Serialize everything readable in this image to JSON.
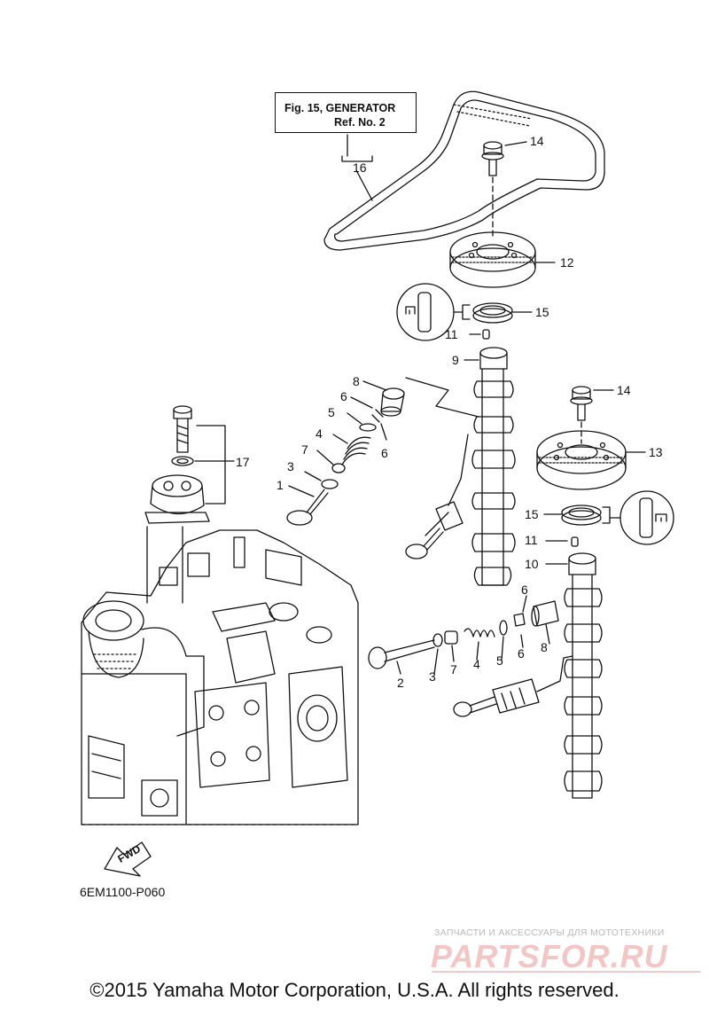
{
  "ref_box": {
    "line1": "Fig. 15, GENERATOR",
    "line2": "Ref. No. 2"
  },
  "callouts": {
    "c1": "1",
    "c2": "2",
    "c3a": "3",
    "c3b": "3",
    "c4a": "4",
    "c4b": "4",
    "c5a": "5",
    "c5b": "5",
    "c6a": "6",
    "c6b": "6",
    "c6c": "6",
    "c6d": "6",
    "c7a": "7",
    "c7b": "7",
    "c8a": "8",
    "c8b": "8",
    "c9": "9",
    "c10": "10",
    "c11a": "11",
    "c11b": "11",
    "c12": "12",
    "c13": "13",
    "c14a": "14",
    "c14b": "14",
    "c15a": "15",
    "c15b": "15",
    "c16": "16",
    "c17": "17"
  },
  "fwd_label": "FWD",
  "diagram_code": "6EM1100-P060",
  "watermark": {
    "tagline": "ЗАПЧАСТИ И АКСЕССУАРЫ ДЛЯ МОТОТЕХНИКИ",
    "logo": "PARTSFOR.RU"
  },
  "copyright": "©2015 Yamaha Motor Corporation, U.S.A. All rights reserved."
}
